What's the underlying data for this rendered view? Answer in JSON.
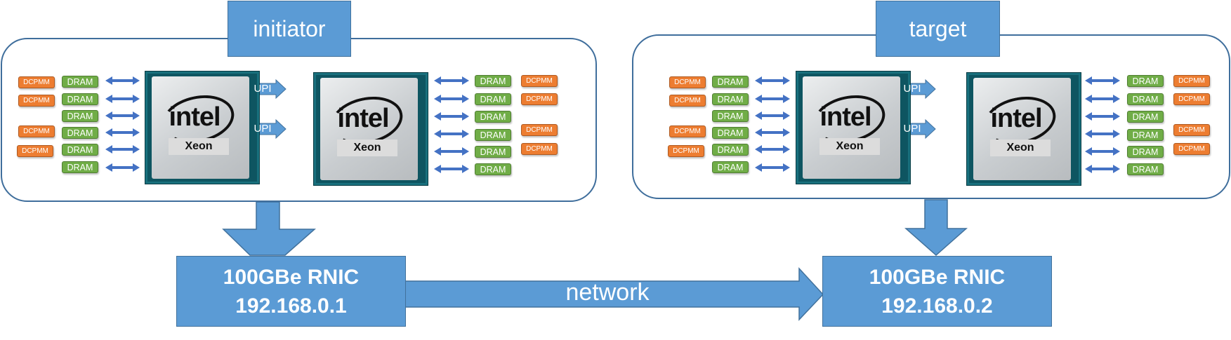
{
  "initiator": {
    "title": "initiator",
    "rnic": {
      "line1": "100GBe RNIC",
      "line2": "192.168.0.1"
    },
    "cpu_brand": "intel",
    "cpu_label": "Xeon",
    "upi_label": "UPI",
    "left_dram": [
      "DRAM",
      "DRAM",
      "DRAM",
      "DRAM",
      "DRAM",
      "DRAM"
    ],
    "left_dcpmm": [
      "DCPMM",
      "DCPMM",
      "DCPMM",
      "DCPMM"
    ],
    "right_dram": [
      "DRAM",
      "DRAM",
      "DRAM",
      "DRAM",
      "DRAM",
      "DRAM"
    ],
    "right_dcpmm": [
      "DCPMM",
      "DCPMM",
      "DCPMM",
      "DCPMM"
    ]
  },
  "target": {
    "title": "target",
    "rnic": {
      "line1": "100GBe RNIC",
      "line2": "192.168.0.2"
    },
    "cpu_brand": "intel",
    "cpu_label": "Xeon",
    "upi_label": "UPI",
    "left_dram": [
      "DRAM",
      "DRAM",
      "DRAM",
      "DRAM",
      "DRAM",
      "DRAM"
    ],
    "left_dcpmm": [
      "DCPMM",
      "DCPMM",
      "DCPMM",
      "DCPMM"
    ],
    "right_dram": [
      "DRAM",
      "DRAM",
      "DRAM",
      "DRAM",
      "DRAM",
      "DRAM"
    ],
    "right_dcpmm": [
      "DCPMM",
      "DCPMM",
      "DCPMM",
      "DCPMM"
    ]
  },
  "network_label": "network",
  "colors": {
    "accent_blue": "#5b9bd5",
    "dram_green": "#70ad47",
    "dcpmm_orange": "#ed7d31",
    "chip_teal": "#0e5561"
  }
}
